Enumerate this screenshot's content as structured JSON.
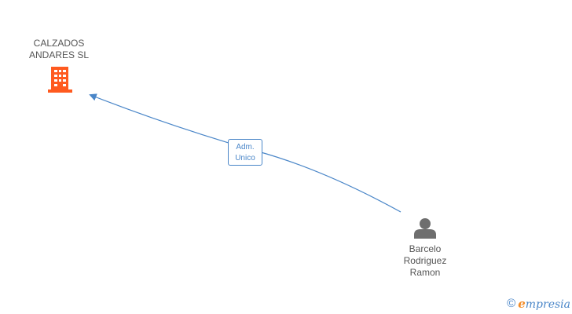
{
  "company": {
    "name": "CALZADOS\nANDARES SL",
    "icon": "building-icon",
    "color": "#ff5a1f"
  },
  "person": {
    "name": "Barcelo\nRodriguez\nRamon",
    "icon": "person-icon",
    "color": "#6e6e6e"
  },
  "relation": {
    "line1": "Adm.",
    "line2": "Unico",
    "color": "#4a86c8"
  },
  "brand": {
    "e_letter": "e",
    "rest": "mpresia",
    "copyright": "©"
  }
}
